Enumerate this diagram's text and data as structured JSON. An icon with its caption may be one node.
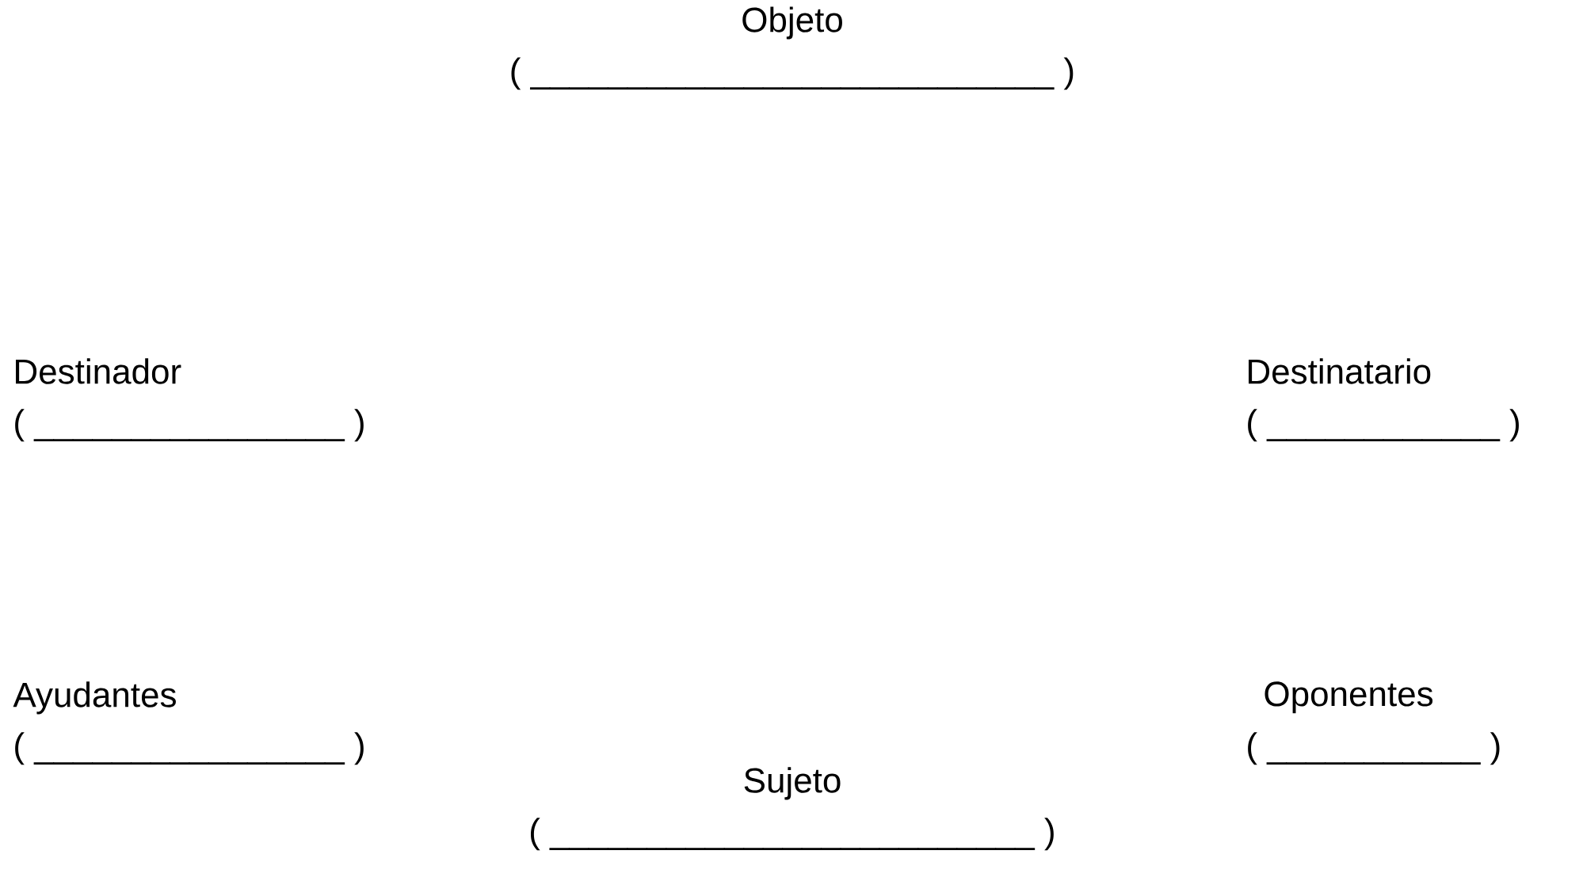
{
  "diagram": {
    "labels": [
      "Objeto",
      "( ___________________________ )",
      "Destinador",
      "Destinatario",
      "( ________________ )",
      "( ____________ )",
      "Ayudantes",
      "Oponentes",
      "( ________________ )",
      "( ___________ )",
      "Sujeto",
      "( _________________________ )"
    ]
  }
}
